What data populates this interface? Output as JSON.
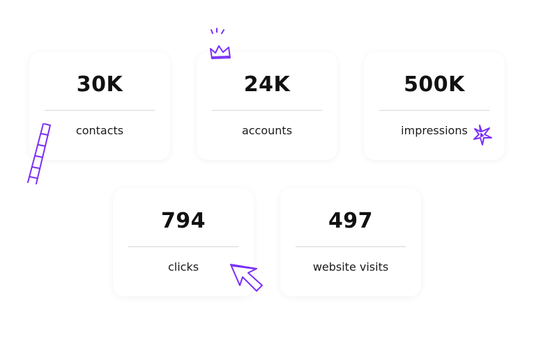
{
  "accent_color": "#7b2ff7",
  "stats": [
    {
      "value": "30K",
      "label": "contacts"
    },
    {
      "value": "24K",
      "label": "accounts"
    },
    {
      "value": "500K",
      "label": "impressions"
    },
    {
      "value": "794",
      "label": "clicks"
    },
    {
      "value": "497",
      "label": "website visits"
    }
  ],
  "doodles": [
    "crown-icon",
    "ladder-icon",
    "sparkle-icon",
    "arrow-cursor-icon"
  ]
}
